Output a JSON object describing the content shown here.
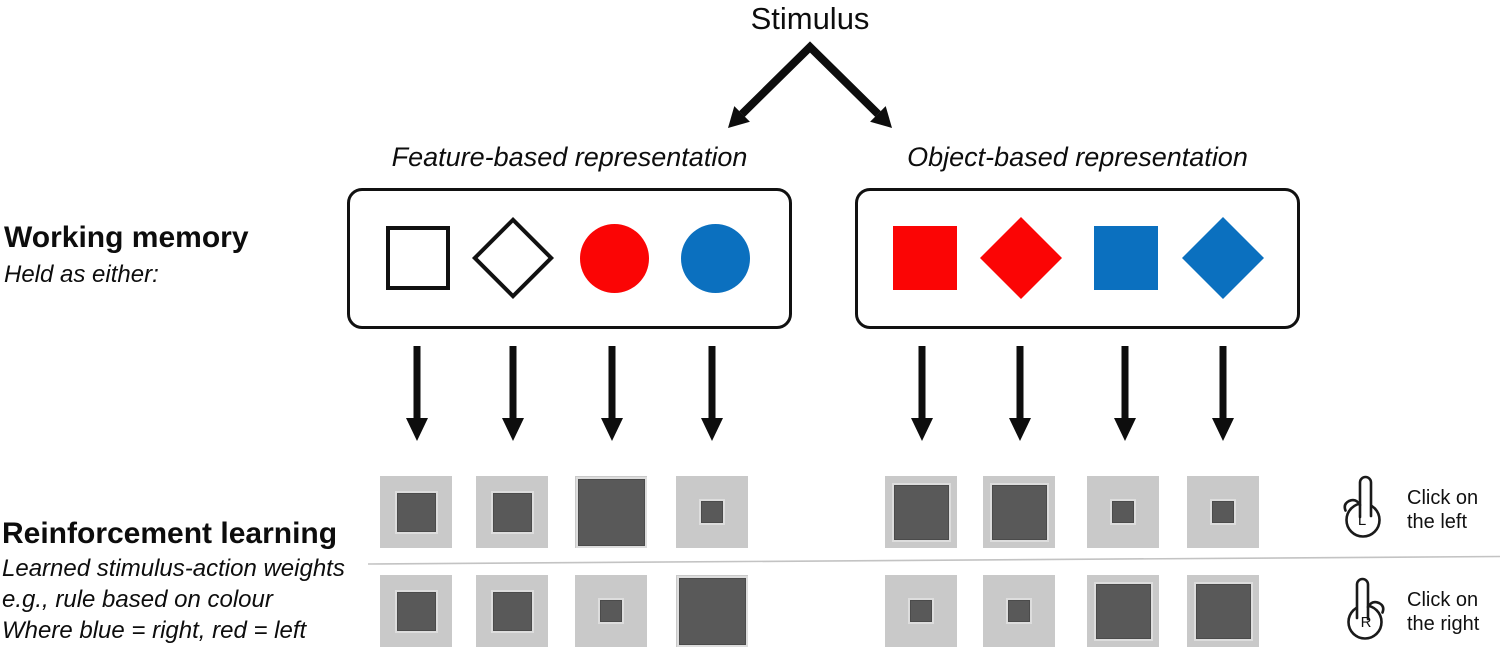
{
  "title": "Stimulus",
  "colors": {
    "red": "#fb0505",
    "blue": "#0b70bf",
    "white": "#ffffff",
    "shape_outline": "#111111",
    "weight_bg": "#c9c9c9",
    "weight_fg": "#595959"
  },
  "working_memory": {
    "heading": "Working memory",
    "subheading": "Held as either:"
  },
  "representations": [
    {
      "label": "Feature-based representation",
      "shapes": [
        {
          "type": "square",
          "fill": "white",
          "outline": true
        },
        {
          "type": "diamond",
          "fill": "white",
          "outline": true
        },
        {
          "type": "circle",
          "fill": "red",
          "outline": false
        },
        {
          "type": "circle",
          "fill": "blue",
          "outline": false
        }
      ]
    },
    {
      "label": "Object-based representation",
      "shapes": [
        {
          "type": "square",
          "fill": "red",
          "outline": false
        },
        {
          "type": "diamond",
          "fill": "red",
          "outline": false
        },
        {
          "type": "square",
          "fill": "blue",
          "outline": false
        },
        {
          "type": "diamond",
          "fill": "blue",
          "outline": false
        }
      ]
    }
  ],
  "reinforcement_learning": {
    "heading": "Reinforcement learning",
    "notes": [
      "Learned stimulus-action weights",
      "e.g., rule based on colour",
      "Where blue = right, red = left"
    ]
  },
  "weights": {
    "feature_rows": [
      [
        "medium",
        "medium",
        "xlarge",
        "small"
      ],
      [
        "medium",
        "medium",
        "small",
        "xlarge"
      ]
    ],
    "object_rows": [
      [
        "large",
        "large",
        "small",
        "small"
      ],
      [
        "small",
        "small",
        "large",
        "large"
      ]
    ]
  },
  "actions": [
    {
      "key": "L",
      "line1": "Click on",
      "line2": "the left"
    },
    {
      "key": "R",
      "line1": "Click on",
      "line2": "the right"
    }
  ]
}
